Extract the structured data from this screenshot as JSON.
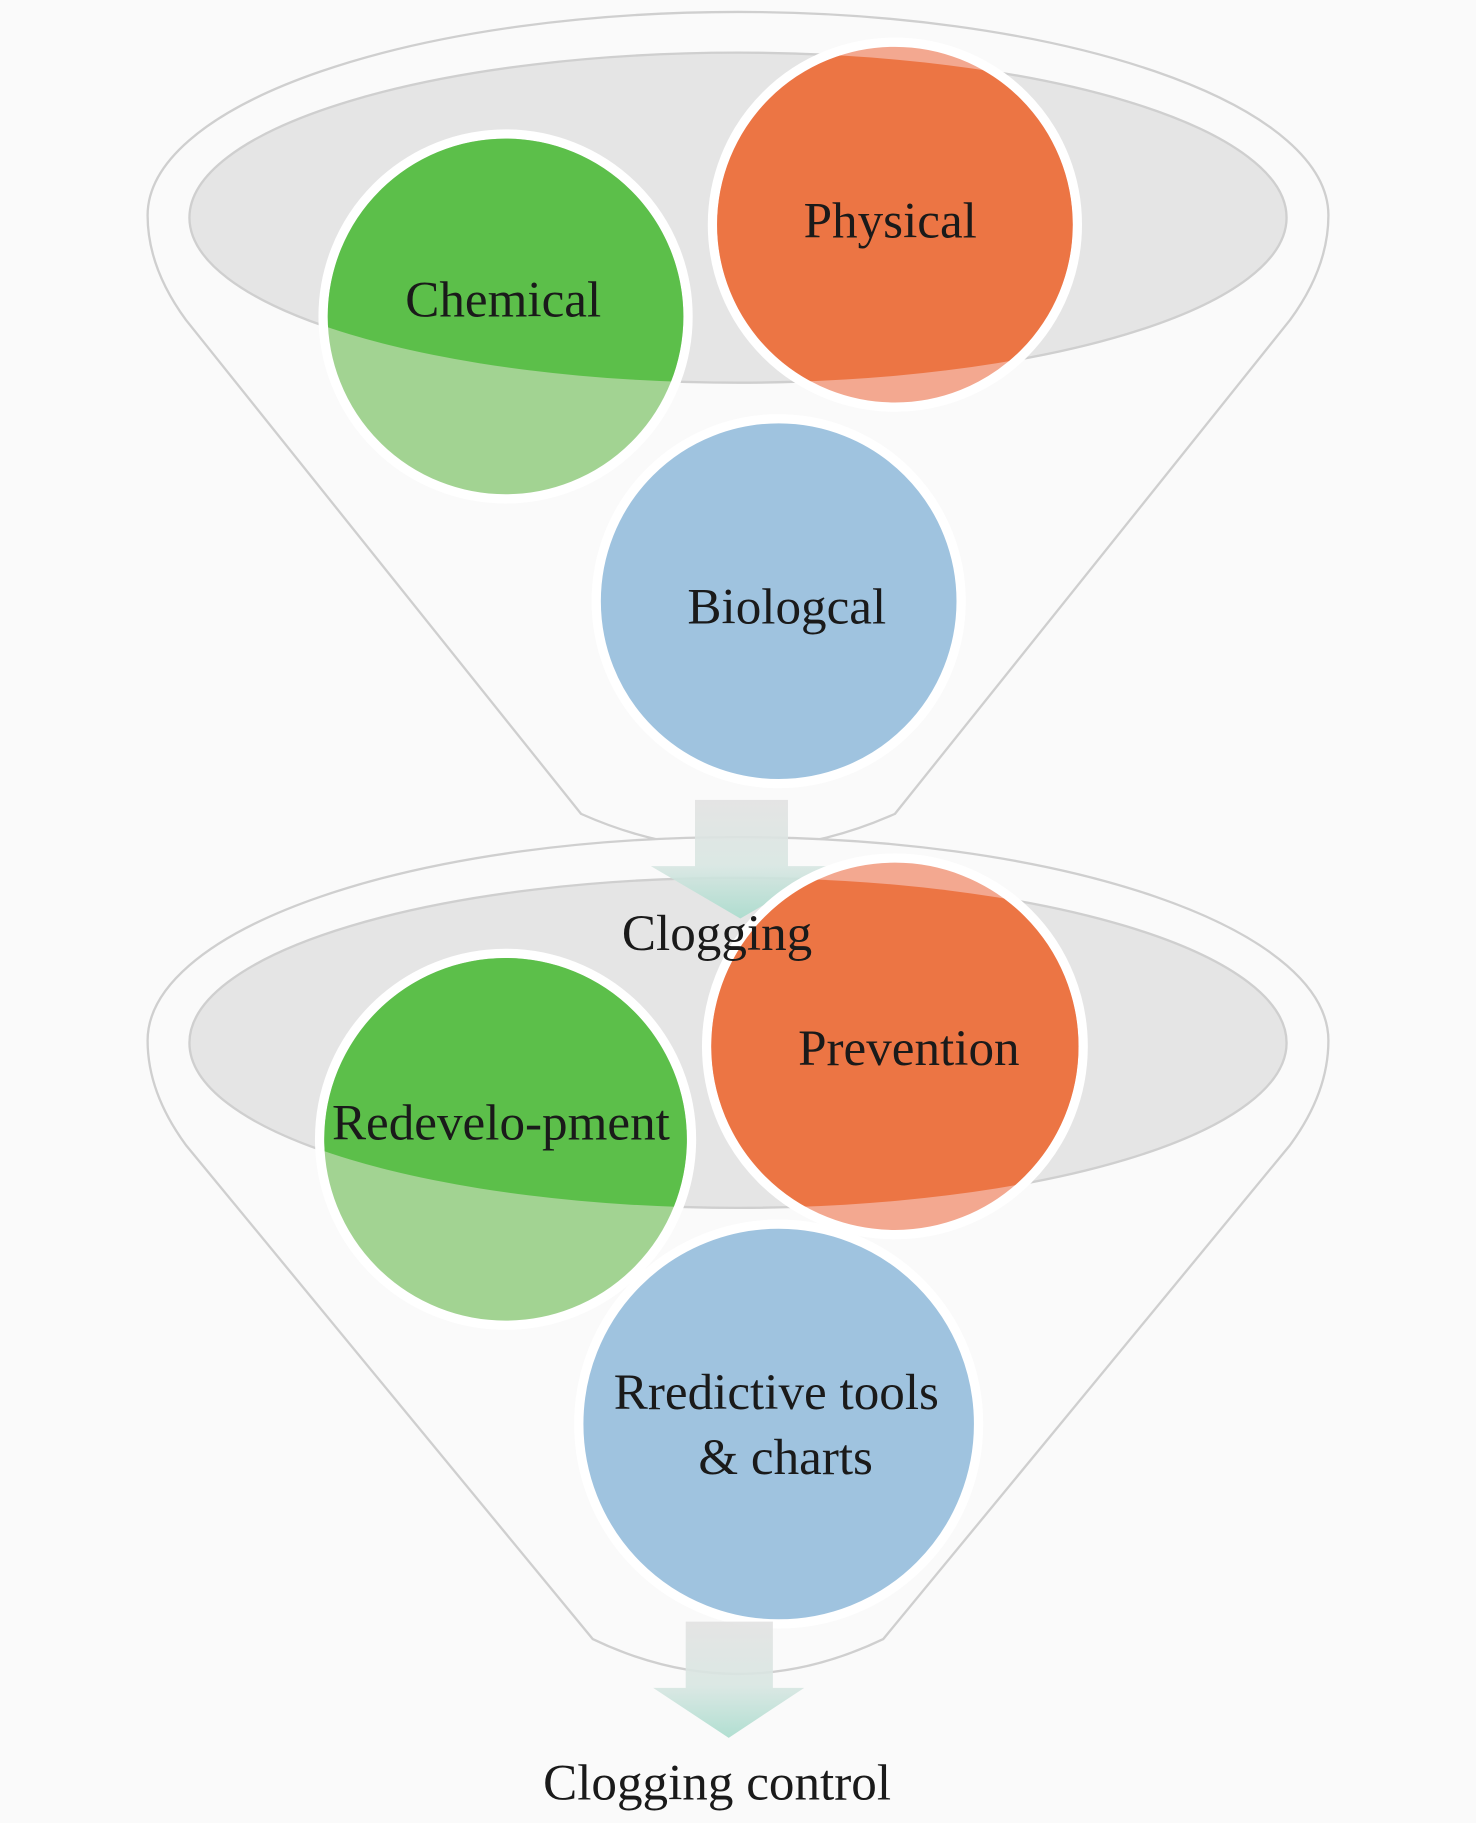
{
  "stage1": {
    "circles": [
      "Chemical",
      "Physical",
      "Biologcal"
    ],
    "output": "Clogging"
  },
  "stage2": {
    "circles": [
      "Redevelo-pment",
      "Prevention"
    ],
    "circle3_lines": [
      "Rredictive tools",
      "& charts"
    ],
    "output": "Clogging control"
  },
  "colors": {
    "green": "#5cbf4a",
    "green_light": "#a2d392",
    "orange": "#ec7544",
    "orange_light": "#f3a890",
    "blue": "#9fc3df",
    "funnel_fill": "#e5e5e5",
    "arrow": "#a9dccd"
  }
}
